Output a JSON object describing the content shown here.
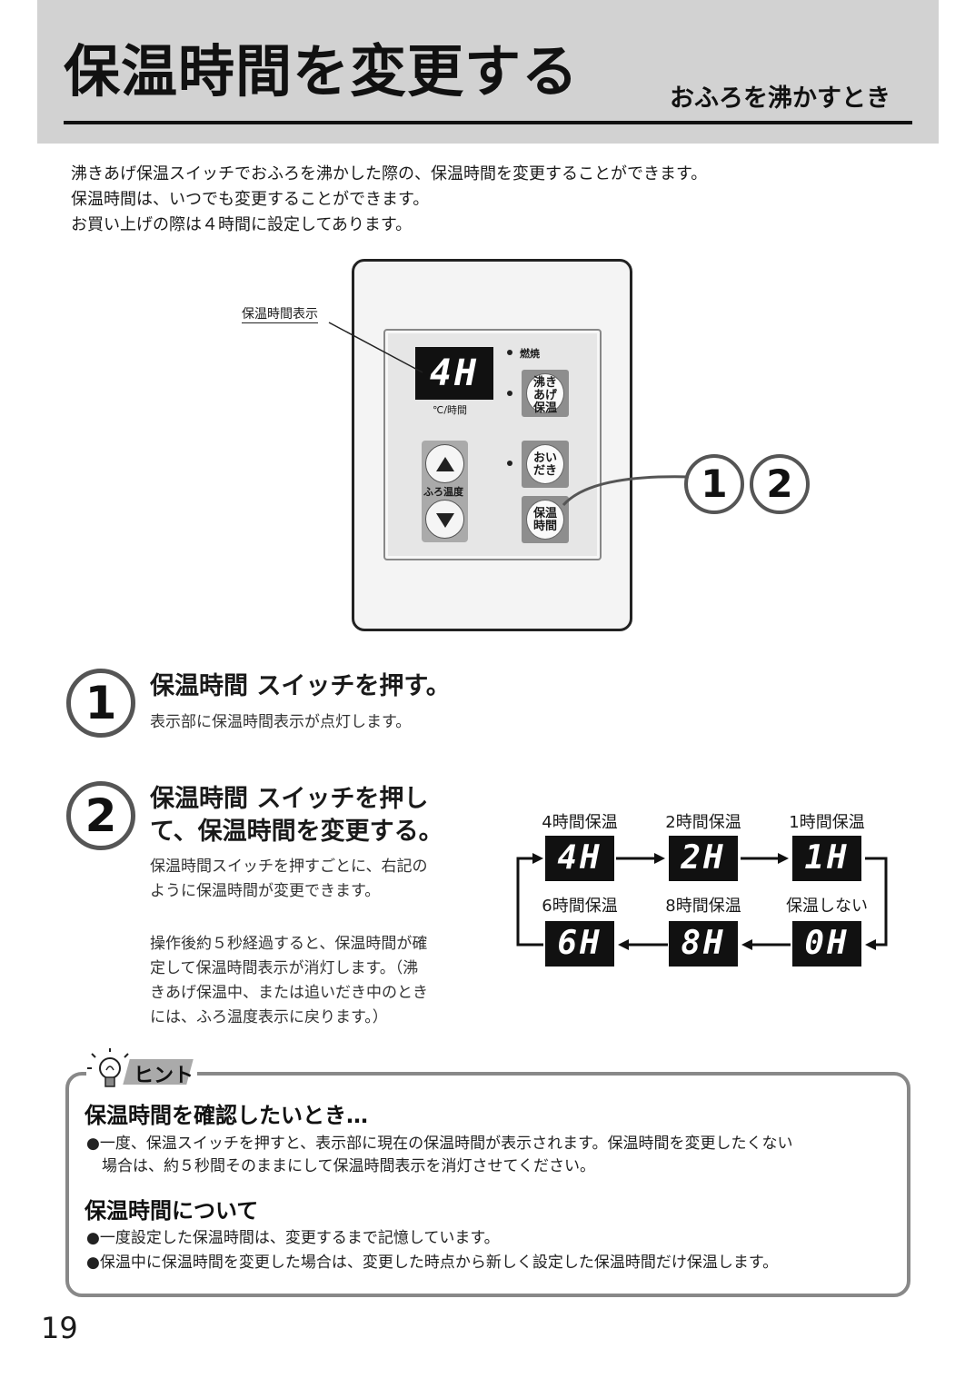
{
  "header": {
    "title": "保温時間を変更する",
    "subtitle": "おふろを沸かすとき"
  },
  "intro": [
    "沸きあげ保温スイッチでおふろを沸かした際の、保温時間を変更することができます。",
    "保温時間は、いつでも変更することができます。",
    "お買い上げの際は４時間に設定してあります。"
  ],
  "panel": {
    "callout_label": "保温時間表示",
    "display": "4H",
    "display_unit": "℃/時間",
    "indicator_label": "燃焼",
    "btn_wakiage": [
      "沸き",
      "あげ",
      "保温"
    ],
    "btn_oidaki": [
      "おい",
      "だき"
    ],
    "btn_hoon": [
      "保温",
      "時間"
    ],
    "temp_label": "ふろ温度",
    "callout_nums": [
      "1",
      "2"
    ]
  },
  "steps": [
    {
      "num": "1",
      "title": "保温時間 スイッチを押す。",
      "desc": "表示部に保温時間表示が点灯します。"
    },
    {
      "num": "2",
      "title_lines": [
        "保温時間 スイッチを押し",
        "て、保温時間を変更する。"
      ],
      "desc1": [
        "保温時間スイッチを押すごとに、右記の",
        "ように保温時間が変更できます。"
      ],
      "desc2": [
        "操作後約５秒経過すると、保温時間が確",
        "定して保温時間表示が消灯します。（沸",
        "きあげ保温中、または追いだき中のとき",
        "には、ふろ温度表示に戻ります。）"
      ]
    }
  ],
  "flow": [
    {
      "label": "4時間保温",
      "display": "4H"
    },
    {
      "label": "2時間保温",
      "display": "2H"
    },
    {
      "label": "1時間保温",
      "display": "1H"
    },
    {
      "label": "6時間保温",
      "display": "6H"
    },
    {
      "label": "8時間保温",
      "display": "8H"
    },
    {
      "label": "保温しない",
      "display": "0H"
    }
  ],
  "hint": {
    "tag": "ヒント",
    "sections": [
      {
        "heading": "保温時間を確認したいとき…",
        "bullets": [
          [
            "●一度、保温スイッチを押すと、表示部に現在の保温時間が表示されます。保温時間を変更したくない",
            "　場合は、約５秒間そのままにして保温時間表示を消灯させてください。"
          ]
        ]
      },
      {
        "heading": "保温時間について",
        "bullets": [
          [
            "●一度設定した保温時間は、変更するまで記憶しています。"
          ],
          [
            "●保温中に保温時間を変更した場合は、変更した時点から新しく設定した保温時間だけ保温します。"
          ]
        ]
      }
    ]
  },
  "page_number": "19"
}
